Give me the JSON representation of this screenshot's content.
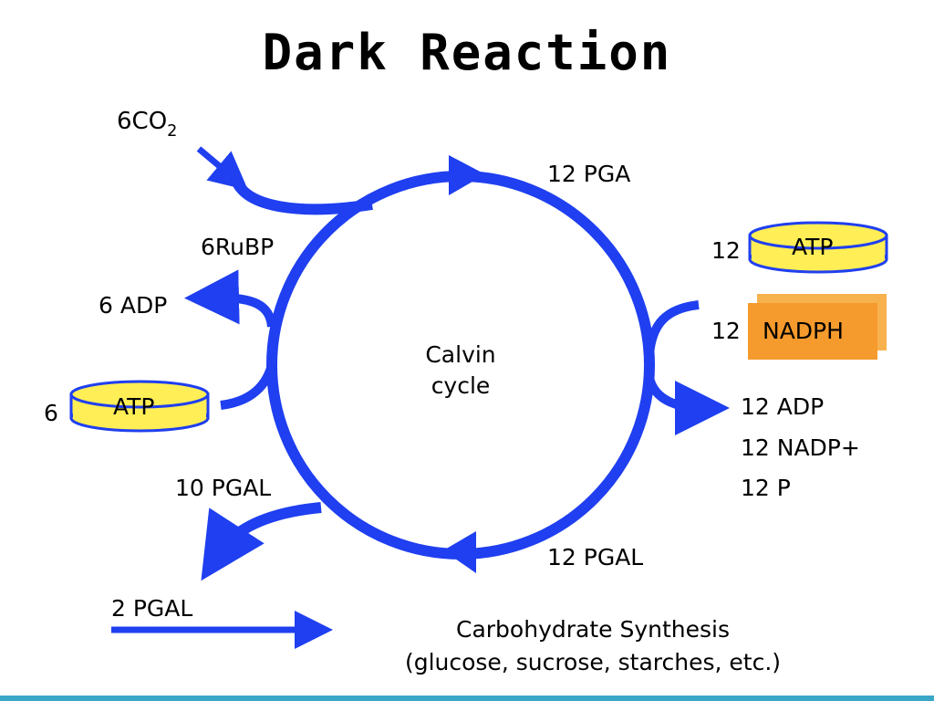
{
  "title": "Dark Reaction",
  "center_label": [
    "Calvin",
    "cycle"
  ],
  "co2": {
    "coef": "6",
    "formula": "CO",
    "subscript": "2"
  },
  "rubp": "6RuBP",
  "pga": "12 PGA",
  "adp6": "6 ADP",
  "atp_left": {
    "coef": "6",
    "label": "ATP"
  },
  "atp_right": {
    "coef": "12",
    "label": "ATP"
  },
  "nadph": {
    "coef": "12",
    "label": "NADPH"
  },
  "outputs_right": [
    "12 ADP",
    "12 NADP+",
    "12 P"
  ],
  "pgal12": "12 PGAL",
  "pgal10": "10 PGAL",
  "pgal2": "2 PGAL",
  "synthesis": [
    "Carbohydrate Synthesis",
    "(glucose, sucrose, starches, etc.)"
  ],
  "colors": {
    "arrow": "#1f3ff0",
    "atp_fill": "#ffee55",
    "atp_edge": "#1f3ff0",
    "nadph_fill": "#f59a2c",
    "nadph_back": "#f7b24e",
    "bar": "#3aa6c8"
  }
}
